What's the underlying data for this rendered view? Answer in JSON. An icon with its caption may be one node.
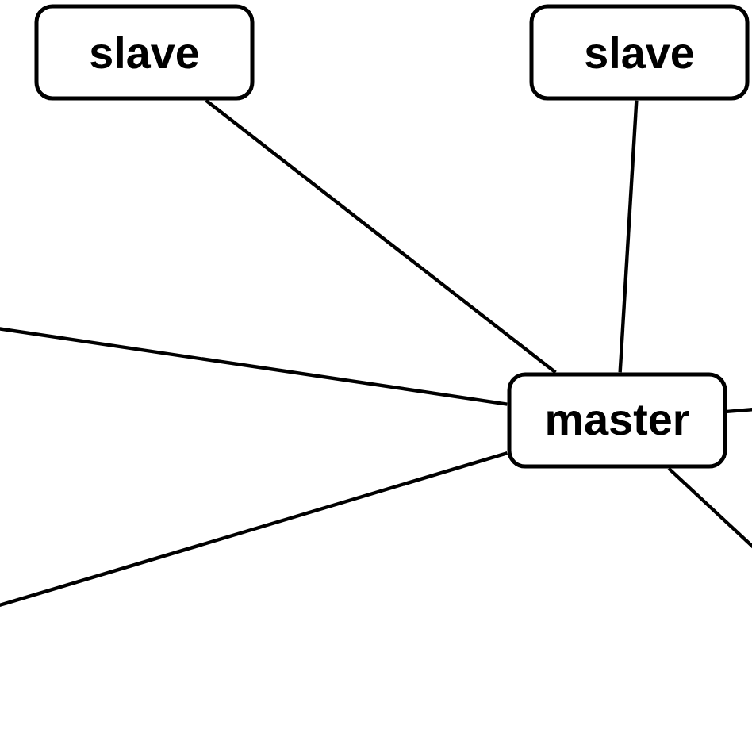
{
  "diagram": {
    "nodes": [
      {
        "text": [
          "slave"
        ]
      },
      {
        "text": [
          "slave"
        ]
      },
      {
        "text": [
          "master"
        ]
      }
    ],
    "edges": [
      {
        "from": 0,
        "to": 2,
        "arrow": "none"
      },
      {
        "from": 1,
        "to": 2,
        "arrow": "none"
      },
      {
        "from": null,
        "to": 2,
        "arrow": "none"
      },
      {
        "from": null,
        "to": 2,
        "arrow": "none"
      },
      {
        "from": 2,
        "to": null,
        "arrow": "none"
      },
      {
        "from": 2,
        "to": null,
        "arrow": "none"
      }
    ]
  }
}
